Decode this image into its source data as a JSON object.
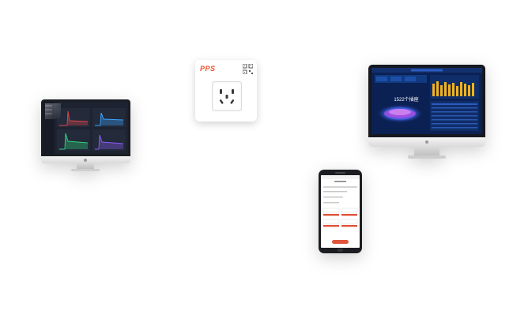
{
  "left_monitor": {
    "caption": "",
    "screen_theme": "dark-dashboard",
    "accent_colors": [
      "#e0444a",
      "#3aa3ff",
      "#2fd07a",
      "#8a5cf0"
    ]
  },
  "socket": {
    "brand_logo": "PPS",
    "brand_sub": "",
    "caption": "",
    "logo_color": "#e8532b"
  },
  "right_monitor": {
    "caption": "",
    "screen_title": "",
    "center_value": "1522个插座",
    "screen_theme": "blue-dashboard"
  },
  "phone": {
    "caption": "",
    "accent_color": "#e0553c"
  }
}
